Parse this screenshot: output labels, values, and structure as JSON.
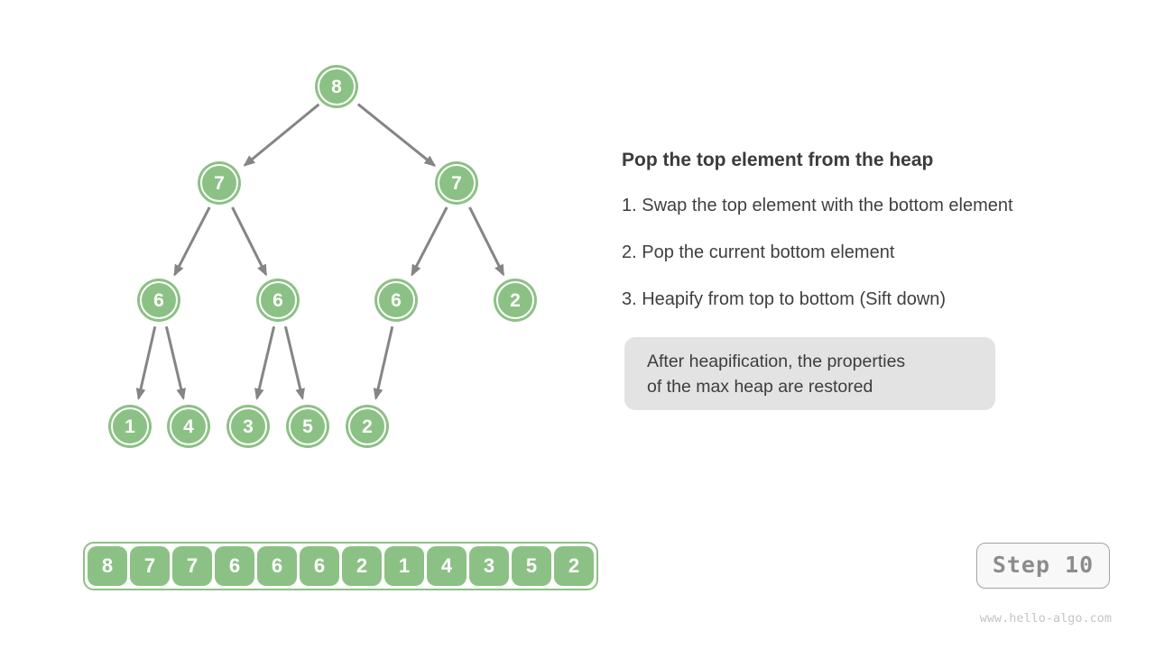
{
  "tree": {
    "description": "max-heap binary tree",
    "nodes": [
      "8",
      "7",
      "7",
      "6",
      "6",
      "6",
      "2",
      "1",
      "4",
      "3",
      "5",
      "2"
    ]
  },
  "panel": {
    "title": "Pop the top element from the heap",
    "steps": [
      "1. Swap the top element with the bottom element",
      "2. Pop the current bottom element",
      "3. Heapify from top to bottom (Sift down)"
    ],
    "note_line1": "After heapification, the properties",
    "note_line2": "of the max heap are restored"
  },
  "array": {
    "values": [
      "8",
      "7",
      "7",
      "6",
      "6",
      "6",
      "2",
      "1",
      "4",
      "3",
      "5",
      "2"
    ]
  },
  "step_badge": {
    "label": "Step 10"
  },
  "watermark": "www.hello-algo.com",
  "colors": {
    "node_green": "#8cc185",
    "arrow_gray": "#858585",
    "note_bg": "#e3e3e3",
    "title_text": "#3b3b3b",
    "badge_text": "#8c8c8c",
    "badge_border": "#a3a3a3",
    "watermark_text": "#c4c4c4"
  }
}
